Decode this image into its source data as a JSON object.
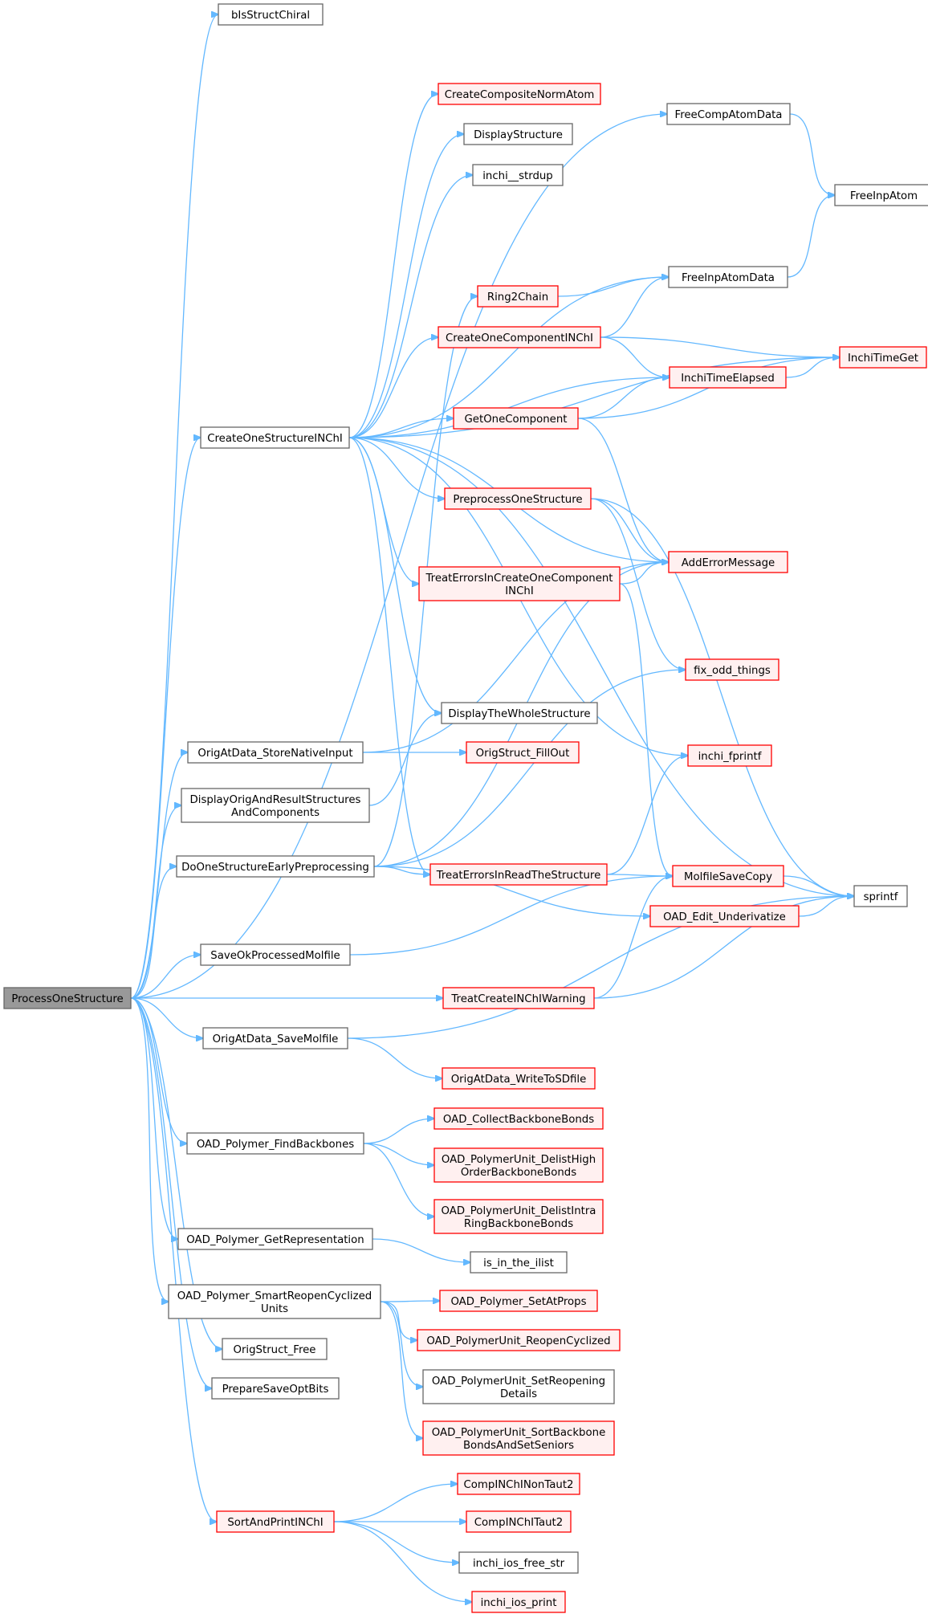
{
  "colors": {
    "edge": "#63b8ff",
    "normal_border": "#666666",
    "warning_border": "#ff0000",
    "warning_fill": "#fff0f0",
    "root_fill": "#999999"
  },
  "nodes": [
    {
      "id": "ProcessOneStructure",
      "lines": [
        "ProcessOneStructure"
      ],
      "kind": "root"
    },
    {
      "id": "bIsStructChiral",
      "lines": [
        "bIsStructChiral"
      ],
      "kind": "black"
    },
    {
      "id": "CreateCompositeNormAtom",
      "lines": [
        "CreateCompositeNormAtom"
      ],
      "kind": "red"
    },
    {
      "id": "FreeCompAtomData",
      "lines": [
        "FreeCompAtomData"
      ],
      "kind": "black"
    },
    {
      "id": "DisplayStructure",
      "lines": [
        "DisplayStructure"
      ],
      "kind": "black"
    },
    {
      "id": "inchi__strdup",
      "lines": [
        "inchi__strdup"
      ],
      "kind": "black"
    },
    {
      "id": "FreeInpAtom",
      "lines": [
        "FreeInpAtom"
      ],
      "kind": "black"
    },
    {
      "id": "FreeInpAtomData",
      "lines": [
        "FreeInpAtomData"
      ],
      "kind": "black"
    },
    {
      "id": "Ring2Chain",
      "lines": [
        "Ring2Chain"
      ],
      "kind": "red"
    },
    {
      "id": "CreateOneComponentINChI",
      "lines": [
        "CreateOneComponentINChI"
      ],
      "kind": "red"
    },
    {
      "id": "InchiTimeGet",
      "lines": [
        "InchiTimeGet"
      ],
      "kind": "red"
    },
    {
      "id": "InchiTimeElapsed",
      "lines": [
        "InchiTimeElapsed"
      ],
      "kind": "red"
    },
    {
      "id": "CreateOneStructureINChI",
      "lines": [
        "CreateOneStructureINChI"
      ],
      "kind": "black"
    },
    {
      "id": "GetOneComponent",
      "lines": [
        "GetOneComponent"
      ],
      "kind": "red"
    },
    {
      "id": "PreprocessOneStructure",
      "lines": [
        "PreprocessOneStructure"
      ],
      "kind": "red"
    },
    {
      "id": "AddErrorMessage",
      "lines": [
        "AddErrorMessage"
      ],
      "kind": "red"
    },
    {
      "id": "TreatErrorsInCreateOneComponentINChI",
      "lines": [
        "TreatErrorsInCreateOneComponent",
        "INChI"
      ],
      "kind": "red"
    },
    {
      "id": "fix_odd_things",
      "lines": [
        "fix_odd_things"
      ],
      "kind": "red"
    },
    {
      "id": "DisplayTheWholeStructure",
      "lines": [
        "DisplayTheWholeStructure"
      ],
      "kind": "black"
    },
    {
      "id": "OrigAtData_StoreNativeInput",
      "lines": [
        "OrigAtData_StoreNativeInput"
      ],
      "kind": "black"
    },
    {
      "id": "OrigStruct_FillOut",
      "lines": [
        "OrigStruct_FillOut"
      ],
      "kind": "red"
    },
    {
      "id": "inchi_fprintf",
      "lines": [
        "inchi_fprintf"
      ],
      "kind": "red"
    },
    {
      "id": "DisplayOrigAndResultStructuresAndComponents",
      "lines": [
        "DisplayOrigAndResultStructures",
        "AndComponents"
      ],
      "kind": "black"
    },
    {
      "id": "DoOneStructureEarlyPreprocessing",
      "lines": [
        "DoOneStructureEarlyPreprocessing"
      ],
      "kind": "black"
    },
    {
      "id": "TreatErrorsInReadTheStructure",
      "lines": [
        "TreatErrorsInReadTheStructure"
      ],
      "kind": "red"
    },
    {
      "id": "MolfileSaveCopy",
      "lines": [
        "MolfileSaveCopy"
      ],
      "kind": "red"
    },
    {
      "id": "sprintf",
      "lines": [
        "sprintf"
      ],
      "kind": "black"
    },
    {
      "id": "OAD_Edit_Underivatize",
      "lines": [
        "OAD_Edit_Underivatize"
      ],
      "kind": "red"
    },
    {
      "id": "SaveOkProcessedMolfile",
      "lines": [
        "SaveOkProcessedMolfile"
      ],
      "kind": "black"
    },
    {
      "id": "TreatCreateINChIWarning",
      "lines": [
        "TreatCreateINChIWarning"
      ],
      "kind": "red"
    },
    {
      "id": "OrigAtData_SaveMolfile",
      "lines": [
        "OrigAtData_SaveMolfile"
      ],
      "kind": "black"
    },
    {
      "id": "OrigAtData_WriteToSDfile",
      "lines": [
        "OrigAtData_WriteToSDfile"
      ],
      "kind": "red"
    },
    {
      "id": "OAD_Polymer_FindBackbones",
      "lines": [
        "OAD_Polymer_FindBackbones"
      ],
      "kind": "black"
    },
    {
      "id": "OAD_CollectBackboneBonds",
      "lines": [
        "OAD_CollectBackboneBonds"
      ],
      "kind": "red"
    },
    {
      "id": "OAD_PolymerUnit_DelistHighOrderBackboneBonds",
      "lines": [
        "OAD_PolymerUnit_DelistHigh",
        "OrderBackboneBonds"
      ],
      "kind": "red"
    },
    {
      "id": "OAD_PolymerUnit_DelistIntraRingBackboneBonds",
      "lines": [
        "OAD_PolymerUnit_DelistIntra",
        "RingBackboneBonds"
      ],
      "kind": "red"
    },
    {
      "id": "OAD_Polymer_GetRepresentation",
      "lines": [
        "OAD_Polymer_GetRepresentation"
      ],
      "kind": "black"
    },
    {
      "id": "is_in_the_ilist",
      "lines": [
        "is_in_the_ilist"
      ],
      "kind": "black"
    },
    {
      "id": "OAD_Polymer_SmartReopenCyclizedUnits",
      "lines": [
        "OAD_Polymer_SmartReopenCyclized",
        "Units"
      ],
      "kind": "black"
    },
    {
      "id": "OAD_Polymer_SetAtProps",
      "lines": [
        "OAD_Polymer_SetAtProps"
      ],
      "kind": "red"
    },
    {
      "id": "OAD_PolymerUnit_ReopenCyclized",
      "lines": [
        "OAD_PolymerUnit_ReopenCyclized"
      ],
      "kind": "red"
    },
    {
      "id": "OAD_PolymerUnit_SetReopeningDetails",
      "lines": [
        "OAD_PolymerUnit_SetReopening",
        "Details"
      ],
      "kind": "black"
    },
    {
      "id": "OAD_PolymerUnit_SortBackboneBondsAndSetSeniors",
      "lines": [
        "OAD_PolymerUnit_SortBackbone",
        "BondsAndSetSeniors"
      ],
      "kind": "red"
    },
    {
      "id": "OrigStruct_Free",
      "lines": [
        "OrigStruct_Free"
      ],
      "kind": "black"
    },
    {
      "id": "PrepareSaveOptBits",
      "lines": [
        "PrepareSaveOptBits"
      ],
      "kind": "black"
    },
    {
      "id": "SortAndPrintINChI",
      "lines": [
        "SortAndPrintINChI"
      ],
      "kind": "red"
    },
    {
      "id": "CompINChINonTaut2",
      "lines": [
        "CompINChINonTaut2"
      ],
      "kind": "red"
    },
    {
      "id": "CompINChITaut2",
      "lines": [
        "CompINChITaut2"
      ],
      "kind": "red"
    },
    {
      "id": "inchi_ios_free_str",
      "lines": [
        "inchi_ios_free_str"
      ],
      "kind": "black"
    },
    {
      "id": "inchi_ios_print",
      "lines": [
        "inchi_ios_print"
      ],
      "kind": "red"
    }
  ]
}
